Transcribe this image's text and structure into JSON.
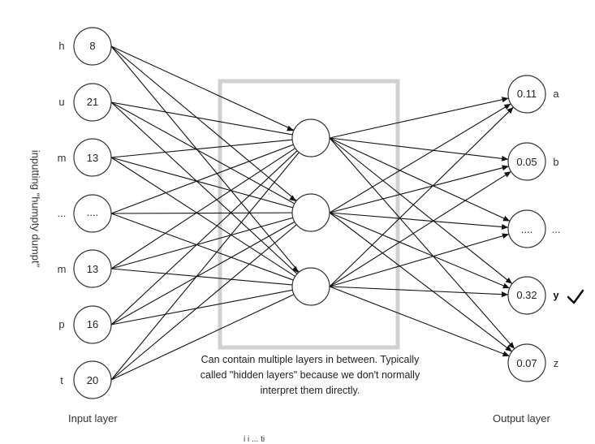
{
  "input_nodes": [
    {
      "label": "h",
      "value": "8"
    },
    {
      "label": "u",
      "value": "21"
    },
    {
      "label": "m",
      "value": "13"
    },
    {
      "label": "...",
      "value": "...."
    },
    {
      "label": "m",
      "value": "13"
    },
    {
      "label": "p",
      "value": "16"
    },
    {
      "label": "t",
      "value": "20"
    }
  ],
  "output_nodes": [
    {
      "label": "a",
      "value": "0.11"
    },
    {
      "label": "b",
      "value": "0.05"
    },
    {
      "label": "...",
      "value": "...."
    },
    {
      "label": "y",
      "value": "0.32",
      "selected": true
    },
    {
      "label": "z",
      "value": "0.07"
    }
  ],
  "hidden_node_count": 3,
  "hidden_caption": "Can contain multiple layers in between. Typically called \"hidden layers\" because we don't normally interpret them directly.",
  "input_layer_label": "Input layer",
  "output_layer_label": "Output layer",
  "vertical_label": "inputting \"humpty dumpt\"",
  "bottom_fragment": "i      i     ... ti",
  "colors": {
    "hidden_box": "#d0d0d0",
    "edge": "#111111",
    "node_stroke": "#333333"
  },
  "check_icon": "checkmark-icon"
}
